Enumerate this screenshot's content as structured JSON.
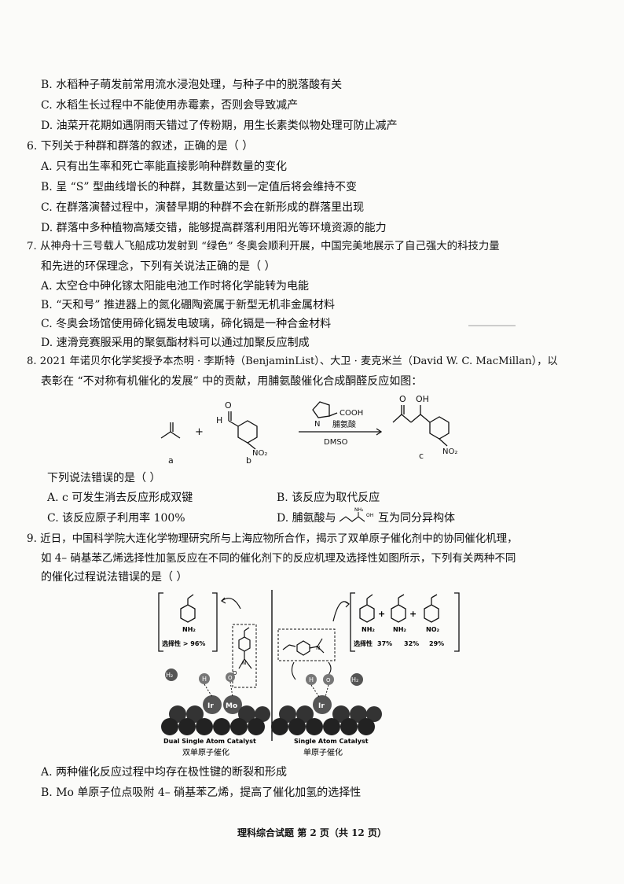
{
  "q5_tail": {
    "options": [
      "B. 水稻种子萌发前常用流水浸泡处理，与种子中的脱落酸有关",
      "C. 水稻生长过程中不能使用赤霉素，否则会导致减产",
      "D. 油菜开花期如遇阴雨天错过了传粉期，用生长素类似物处理可防止减产"
    ]
  },
  "q6": {
    "stem": "6. 下列关于种群和群落的叙述，正确的是（    ）",
    "options": [
      "A. 只有出生率和死亡率能直接影响种群数量的变化",
      "B. 呈 “S” 型曲线增长的种群，其数量达到一定值后将会维持不变",
      "C. 在群落演替过程中，演替早期的种群不会在新形成的群落里出现",
      "D. 群落中多种植物高矮交错，能够提高群落利用阳光等环境资源的能力"
    ]
  },
  "q7": {
    "stem_line1": "7. 从神舟十三号载人飞船成功发射到 “绿色” 冬奥会顺利开展，中国完美地展示了自己强大的科技力量",
    "stem_line2": "和先进的环保理念，下列有关说法正确的是（    ）",
    "options": [
      "A. 太空仓中砷化镓太阳能电池工作时将化学能转为电能",
      "B. “天和号” 推进器上的氮化硼陶瓷属于新型无机非金属材料",
      "C. 冬奥会场馆使用碲化镉发电玻璃，碲化镉是一种合金材料",
      "D. 速滑竞赛服采用的聚氨酯材料可以通过加聚反应制成"
    ]
  },
  "q8": {
    "stem_line1": "8. 2021 年诺贝尔化学奖授予本杰明 · 李斯特（BenjaminList）、大卫 · 麦克米兰（David W. C. MacMillan），以",
    "stem_line2": "表彰在 “不对称有机催化的发展” 中的贡献，用脯氨酸催化合成酮醛反应如图：",
    "scheme": {
      "label_a": "a",
      "label_b": "b",
      "label_c": "c",
      "plus": "+",
      "cooh": "COOH",
      "nh": "N\nH",
      "catalyst": "脯氨酸",
      "solvent": "DMSO",
      "oh": "OH",
      "o_c": "O",
      "h_b": "H",
      "o_b": "O",
      "no2": "NO₂"
    },
    "question": "下列说法错误的是（    ）",
    "options": [
      "A. c 可发生消去反应形成双键",
      "B. 该反应为取代反应",
      "C. 该反应原子利用率 100%",
      "D. 脯氨酸与",
      "互为同分异构体"
    ],
    "option_d_mol": {
      "nh2": "NH₂",
      "oh": "OH"
    }
  },
  "q9": {
    "stem_line1": "9. 近日，中国科学院大连化学物理研究所与上海应物所合作，揭示了双单原子催化剂中的协同催化机理，",
    "stem_line2": "如 4– 硝基苯乙烯选择性加氢反应在不同的催化剂下的反应机理及选择性如图所示，下列有关两种不同",
    "stem_line3": "的催化过程说法错误的是（    ）",
    "figure": {
      "left_product_group": "NH₂",
      "left_selectivity": "选择性 > 96%",
      "left_caption_en": "Dual Single Atom Catalyst",
      "left_caption_zh": "双单原子催化",
      "right_groups": [
        "NH₂",
        "NH₂",
        "NO₂"
      ],
      "right_selectivity_label": "选择性",
      "right_selectivity_values": [
        "37%",
        "32%",
        "29%"
      ],
      "right_caption_en": "Single Atom Catalyst",
      "right_caption_zh": "单原子催化",
      "h2": "H₂",
      "h": "H",
      "o": "O",
      "n": "N",
      "ir": "Ir",
      "mo": "Mo"
    },
    "options": [
      "A. 两种催化反应过程中均存在极性键的断裂和形成",
      "B. Mo 单原子位点吸附 4– 硝基苯乙烯，提高了催化加氢的选择性"
    ]
  },
  "footer": "理科综合试题  第 2 页（共 12 页）"
}
